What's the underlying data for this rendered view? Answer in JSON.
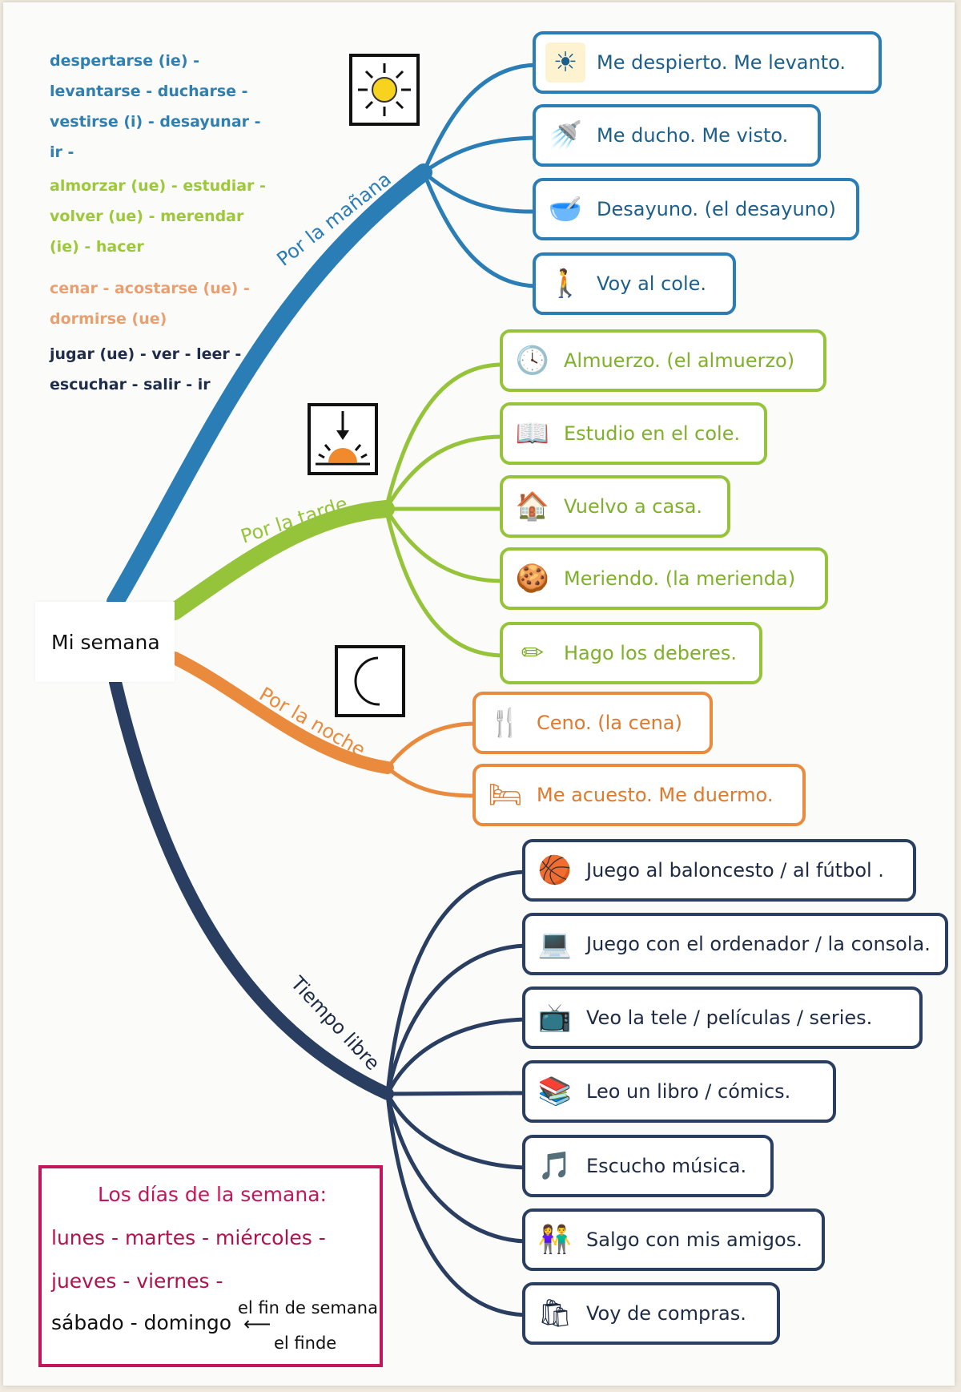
{
  "vocab": {
    "morning": [
      "despertarse (ie) -",
      "levantarse - ducharse -",
      "vestirse (i) - desayunar -",
      "ir -"
    ],
    "afternoon": [
      "almorzar (ue) - estudiar -",
      "volver (ue) - merendar",
      "(ie) - hacer"
    ],
    "evening": [
      "cenar - acostarse (ue) -",
      "dormirse (ue)"
    ],
    "free": [
      "jugar (ue) - ver - leer -",
      "escuchar - salir - ir"
    ]
  },
  "center": "Mi semana",
  "branches": {
    "morning": "Por la mañana",
    "afternoon": "Por la tarde",
    "evening": "Por la noche",
    "free": "Tiempo libre"
  },
  "morning": [
    "Me despierto. Me levanto.",
    "Me ducho. Me visto.",
    "Desayuno. (el desayuno)",
    "Voy al cole."
  ],
  "afternoon": [
    "Almuerzo. (el almuerzo)",
    "Estudio en el cole.",
    "Vuelvo a casa.",
    "Meriendo. (la merienda)",
    "Hago los deberes."
  ],
  "evening": [
    "Ceno. (la cena)",
    "Me acuesto. Me duermo."
  ],
  "free": [
    "Juego al baloncesto / al fútbol .",
    "Juego con el ordenador / la consola.",
    "Veo la tele / películas / series.",
    "Leo un libro / cómics.",
    "Escucho música.",
    "Salgo con mis amigos.",
    "Voy de compras."
  ],
  "icons": {
    "morning": [
      "waking-up-icon",
      "shower-icon",
      "breakfast-icon",
      "walking-to-school-icon"
    ],
    "afternoon": [
      "clock-icon",
      "studying-icon",
      "house-icon",
      "snack-icon",
      "homework-icon"
    ],
    "evening": [
      "cutlery-icon",
      "bed-icon"
    ],
    "free": [
      "basketball-icon",
      "computer-icon",
      "television-icon",
      "reading-icon",
      "music-icon",
      "friends-icon",
      "shopping-icon"
    ]
  },
  "days": {
    "title": "Los días de la semana:",
    "line1": "lunes - martes - miércoles -",
    "line2": "jueves - viernes -",
    "line3": "sábado - domingo",
    "weekend": "el fin de semana",
    "weekend_short": "el finde"
  },
  "colors": {
    "morning": "#2b7db5",
    "afternoon": "#95c43b",
    "evening": "#ea8a3d",
    "free": "#2a3e62",
    "days": "#c2185b"
  }
}
